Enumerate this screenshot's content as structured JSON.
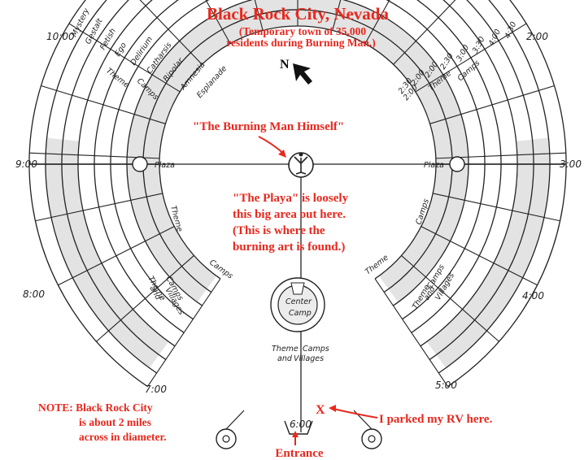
{
  "title": "Black Rock City, Nevada",
  "subtitle_line1": "(Temporary town of 35,000",
  "subtitle_line2": "residents during Burning Man.)",
  "north_label": "N",
  "annotations": {
    "burning_man": "\"The Burning Man Himself\"",
    "playa_line1": "\"The Playa\" is loosely",
    "playa_line2": "this big area out here.",
    "playa_line3": "(This is where the",
    "playa_line4": "burning art is found.)",
    "note_line1": "NOTE: Black Rock City",
    "note_line2": "is about 2 miles",
    "note_line3": "across in diameter.",
    "rv": "I parked my RV here.",
    "rv_marker": "X",
    "entrance": "Entrance"
  },
  "clock_labels": {
    "ten": "10:00",
    "two": "2:00",
    "nine": "9:00",
    "three": "3:00",
    "eight": "8:00",
    "four": "4:00",
    "seven": "7:00",
    "five": "5:00",
    "six": "6:00"
  },
  "street_names": [
    "Mystery",
    "Gestalt",
    "Fetish",
    "Ego",
    "Delirium",
    "Catharsis",
    "Bipolar",
    "Amnesia",
    "Esplanade"
  ],
  "radial_numbers": [
    "4:30",
    "4:00",
    "3:30",
    "3:00",
    "2:30",
    "2:00",
    "2:00",
    "2:30",
    "2:00"
  ],
  "area_labels": {
    "plaza": "Plaza",
    "theme": "Theme",
    "camps": "Camps",
    "villages": "Villages",
    "and": "and",
    "center": "Center",
    "camp": "Camp"
  },
  "colors": {
    "annotation_red": "#e8281e",
    "lines": "#222222",
    "theme_band": "#e3e3e3"
  }
}
